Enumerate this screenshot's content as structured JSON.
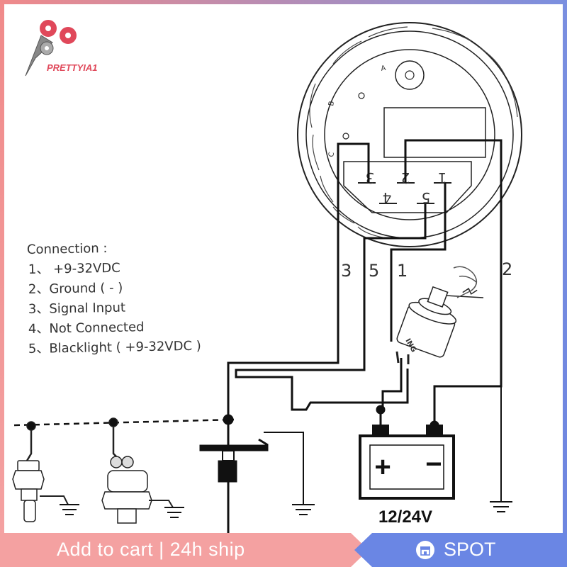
{
  "brand": {
    "logo_text": "PRETTYIA1"
  },
  "gauge": {
    "hole_labels": [
      "A",
      "B",
      "C"
    ],
    "pin_labels": [
      "3",
      "2",
      "1",
      "4",
      "5"
    ]
  },
  "wire_labels": [
    "3",
    "5",
    "1",
    "2"
  ],
  "legend": {
    "title": "Connection :",
    "items": [
      "1、 +9-32VDC",
      "2、Ground ( - )",
      "3、Signal  Input",
      "4、Not Connected",
      "5、Blacklight ( +9-32VDC )"
    ]
  },
  "ignition": {
    "label": "ING"
  },
  "battery": {
    "plus": "+",
    "minus": "−",
    "voltage_label": "12/24V"
  },
  "footer": {
    "cart_text": "Add to cart  |  24h ship",
    "spot_text": "SPOT",
    "spot_icon": "store-icon",
    "colors": {
      "cart": "#f4a1a1",
      "spot": "#6a86e4"
    }
  }
}
